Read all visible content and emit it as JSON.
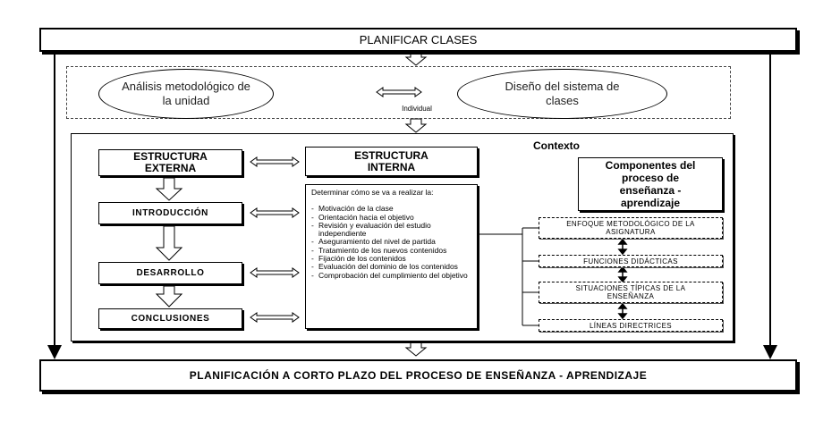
{
  "top_title": "PLANIFICAR CLASES",
  "analysis": {
    "left": "Análisis metodológico de la unidad",
    "right": "Diseño del sistema de clases",
    "label": "Individual"
  },
  "context": {
    "title": "Contexto",
    "estructura_externa": "ESTRUCTURA EXTERNA",
    "estructura_interna": "ESTRUCTURA INTERNA",
    "componentes": "Componentes del proceso de enseñanza - aprendizaje",
    "stages": [
      "INTRODUCCIÓN",
      "DESARROLLO",
      "CONCLUSIONES"
    ],
    "content_intro": "Determinar cómo se va a realizar la:",
    "content_items": [
      "Motivación de la clase",
      "Orientación hacia el objetivo",
      "Revisión y evaluación del estudio independiente",
      "Aseguramiento del nivel de partida",
      "Tratamiento de los nuevos contenidos",
      "Fijación de los contenidos",
      "Evaluación del dominio de los contenidos",
      "Comprobación del cumplimiento del objetivo"
    ],
    "dashed_boxes": [
      "ENFOQUE METODOLÓGICO DE LA ASIGNATURA",
      "FUNCIONES DIDÁCTICAS",
      "SITUACIONES TÍPICAS DE LA ENSEÑANZA",
      "LÍNEAS DIRECTRICES"
    ]
  },
  "bottom_title": "PLANIFICACIÓN A CORTO PLAZO DEL PROCESO DE ENSEÑANZA - APRENDIZAJE"
}
